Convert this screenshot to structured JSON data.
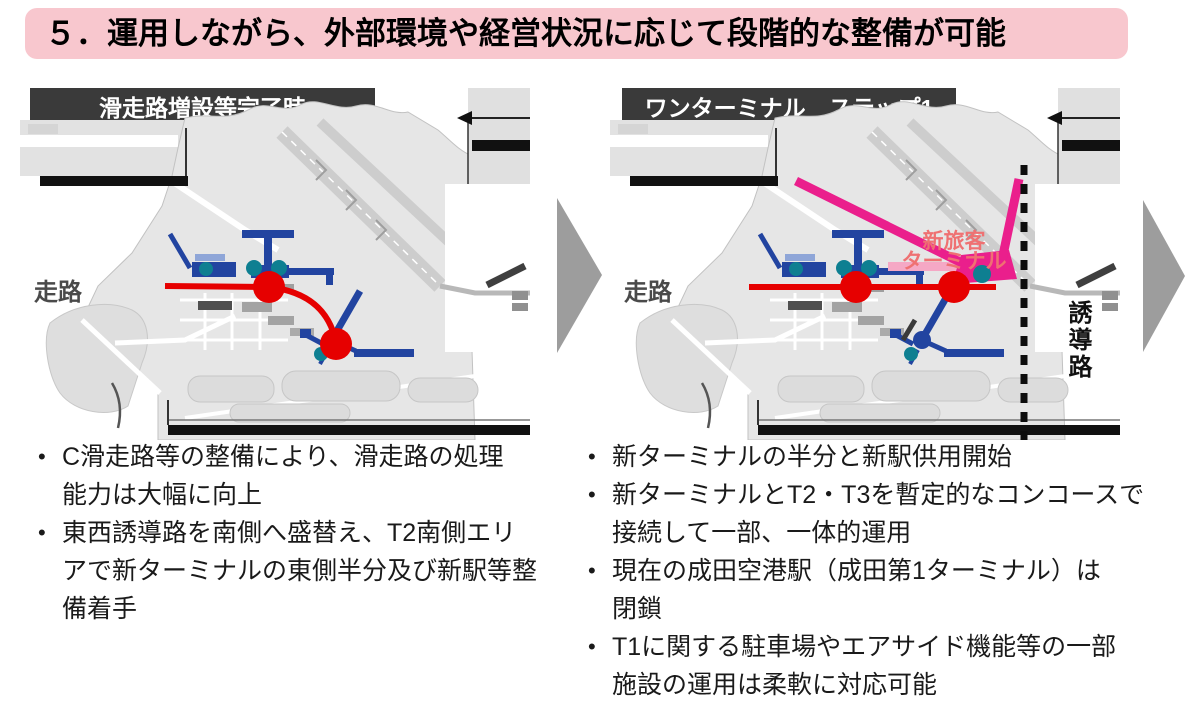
{
  "title": "５．運用しながら、外部環境や経営状況に応じて段階的な整備が可能",
  "colors": {
    "banner_bg": "#f8c7ce",
    "header_bg": "#3a3a3a",
    "accent_red": "#e60000",
    "terminal_blue": "#2244a0",
    "station_teal": "#0e7f91",
    "new_terminal_magenta": "#ea1f8c",
    "concourse_pink": "#f5a8c5",
    "label_salmon": "#ef7172",
    "arrow_gray": "#9d9d9d"
  },
  "panels": {
    "left": {
      "header": "滑走路増設等完了時",
      "map_labels": {
        "runway": "走路"
      },
      "bullets": [
        "C滑走路等の整備により、滑走路の処理\n能力は大幅に向上",
        "東西誘導路を南側へ盛替え、T2南側エリ\nアで新ターミナルの東側半分及び新駅等整\n備着手"
      ]
    },
    "right": {
      "header": "ワンターミナル　ステップ1",
      "map_labels": {
        "runway": "走路",
        "new_terminal": "新旅客\nターミナル",
        "taxiway": "誘導路"
      },
      "bullets": [
        "新ターミナルの半分と新駅供用開始",
        "新ターミナルとT2・T3を暫定的なコンコースで\n接続して一部、一体的運用",
        "現在の成田空港駅（成田第1ターミナル）は\n閉鎖",
        "T1に関する駐車場やエアサイド機能等の一部\n施設の運用は柔軟に対応可能"
      ]
    }
  }
}
